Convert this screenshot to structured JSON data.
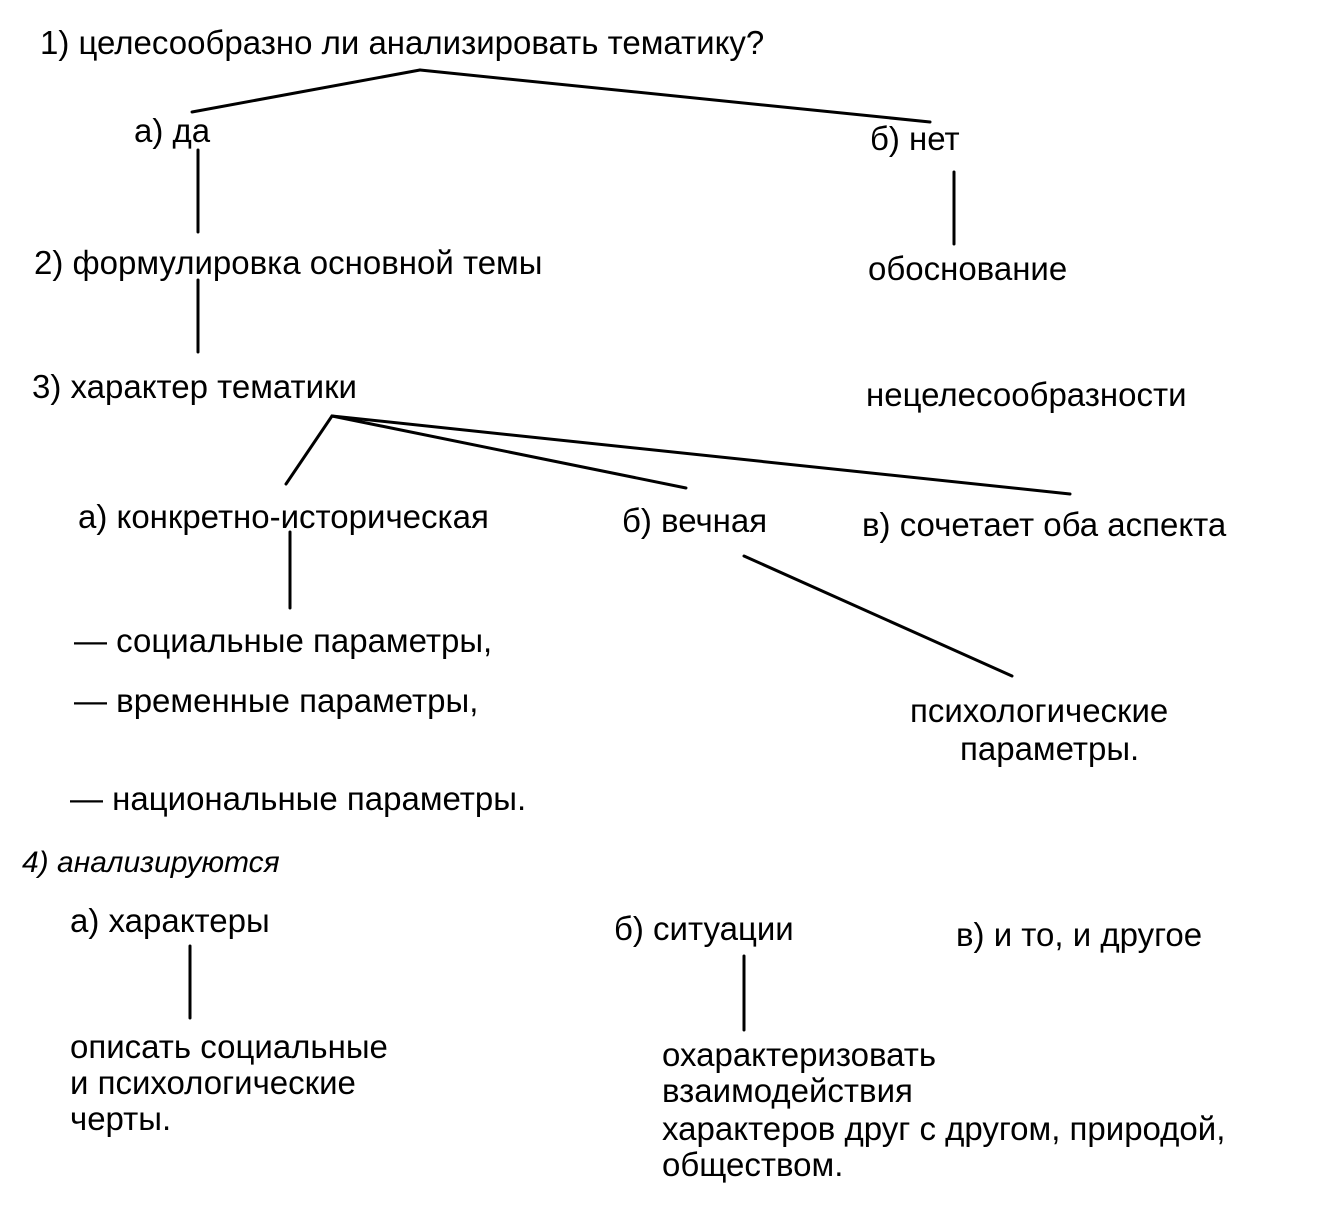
{
  "q1": {
    "question": "1) целесообразно ли анализировать тематику?",
    "yes": "а) да",
    "no": "б) нет",
    "no_reason_line1": "обоснование",
    "no_reason_line2": "нецелесообразности"
  },
  "q2": {
    "label": "2) формулировка основной темы"
  },
  "q3": {
    "label": "3) характер тематики",
    "option_a": "а) конкретно-историческая",
    "option_b": "б) вечная",
    "option_c": "в) сочетает оба аспекта",
    "a_params": [
      "— социальные параметры,",
      "— временные параметры,",
      "— национальные параметры."
    ],
    "b_params_line1": "психологические",
    "b_params_line2": "параметры."
  },
  "q4": {
    "label": "4) анализируются",
    "option_a": "а) характеры",
    "option_b": "б) ситуации",
    "option_c": "в) и то, и другое",
    "a_detail": [
      "описать социальные",
      "и психологические",
      "черты."
    ],
    "b_detail": [
      "охарактеризовать",
      "взаимодействия",
      "характеров друг с другом, природой,",
      "обществом."
    ]
  }
}
